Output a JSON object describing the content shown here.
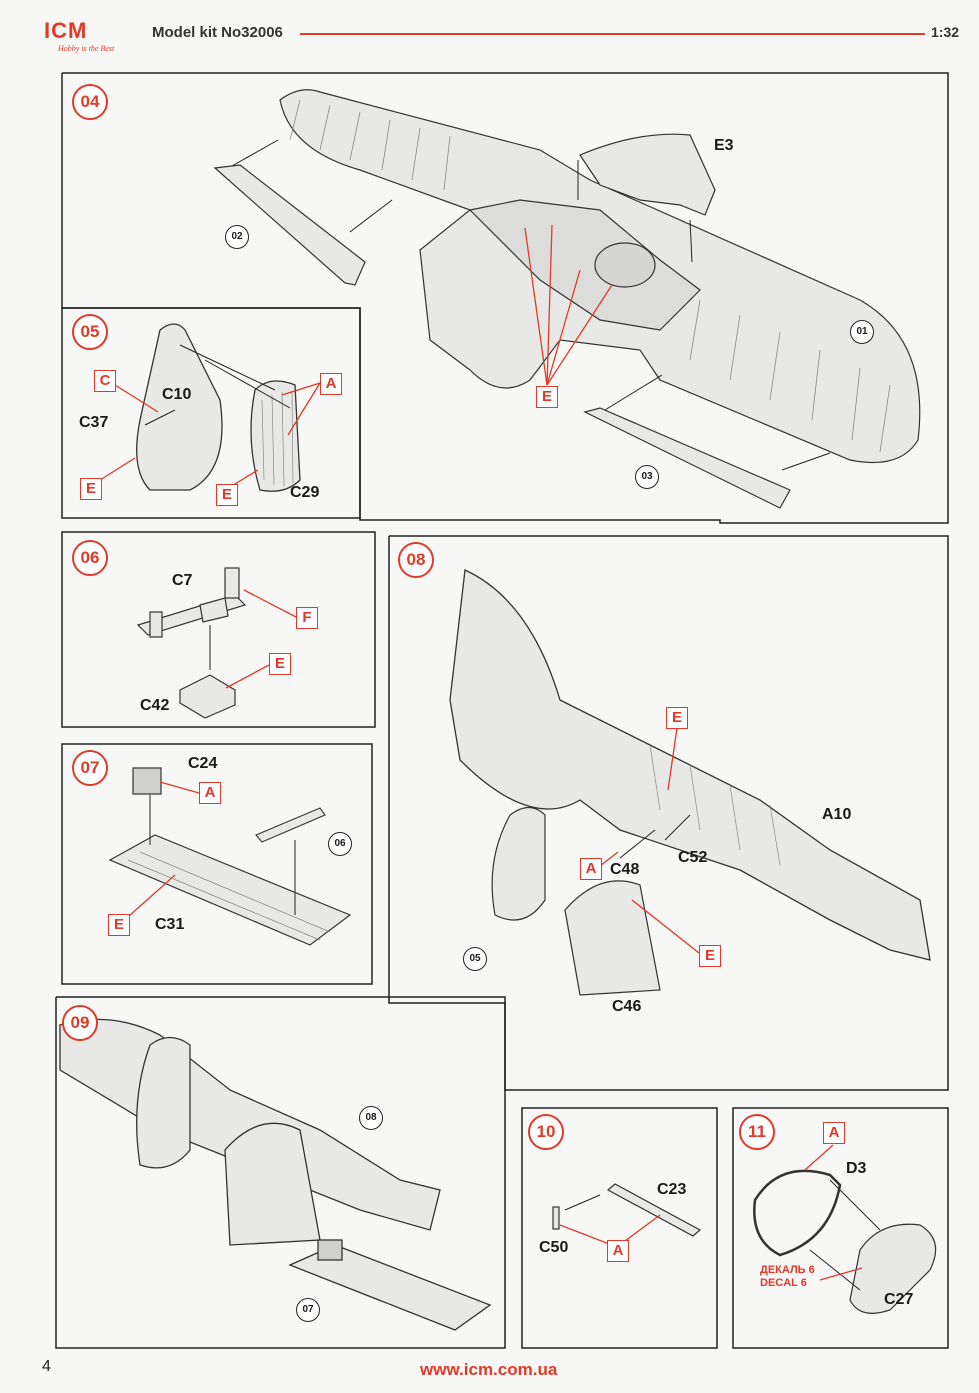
{
  "header": {
    "logo_text": "ICM",
    "logo_tagline": "Hobby is the Best",
    "kit_title": "Model kit No32006",
    "scale": "1:32"
  },
  "colors": {
    "accent": "#e03a2a",
    "line": "#222222"
  },
  "steps": {
    "s04": {
      "number": "04",
      "parts": [
        "E3"
      ],
      "refs": [
        "02",
        "01",
        "03"
      ],
      "materials": [
        "E"
      ]
    },
    "s05": {
      "number": "05",
      "parts": [
        "C10",
        "C37",
        "C29"
      ],
      "materials": [
        "C",
        "A",
        "E",
        "E"
      ]
    },
    "s06": {
      "number": "06",
      "parts": [
        "C7",
        "C42"
      ],
      "materials": [
        "F",
        "E"
      ]
    },
    "s07": {
      "number": "07",
      "parts": [
        "C24",
        "C31"
      ],
      "refs": [
        "06"
      ],
      "materials": [
        "A",
        "E"
      ]
    },
    "s08": {
      "number": "08",
      "parts": [
        "A10",
        "C48",
        "C52",
        "C46"
      ],
      "refs": [
        "05"
      ],
      "materials": [
        "E",
        "A",
        "E"
      ]
    },
    "s09": {
      "number": "09",
      "refs": [
        "08",
        "07"
      ]
    },
    "s10": {
      "number": "10",
      "parts": [
        "C23",
        "C50"
      ],
      "materials": [
        "A"
      ]
    },
    "s11": {
      "number": "11",
      "parts": [
        "D3",
        "C27"
      ],
      "materials": [
        "A"
      ],
      "decal": [
        "ДЕКАЛЬ 6",
        "DECAL 6"
      ]
    }
  },
  "footer": {
    "page_number": "4",
    "url": "www.icm.com.ua"
  }
}
